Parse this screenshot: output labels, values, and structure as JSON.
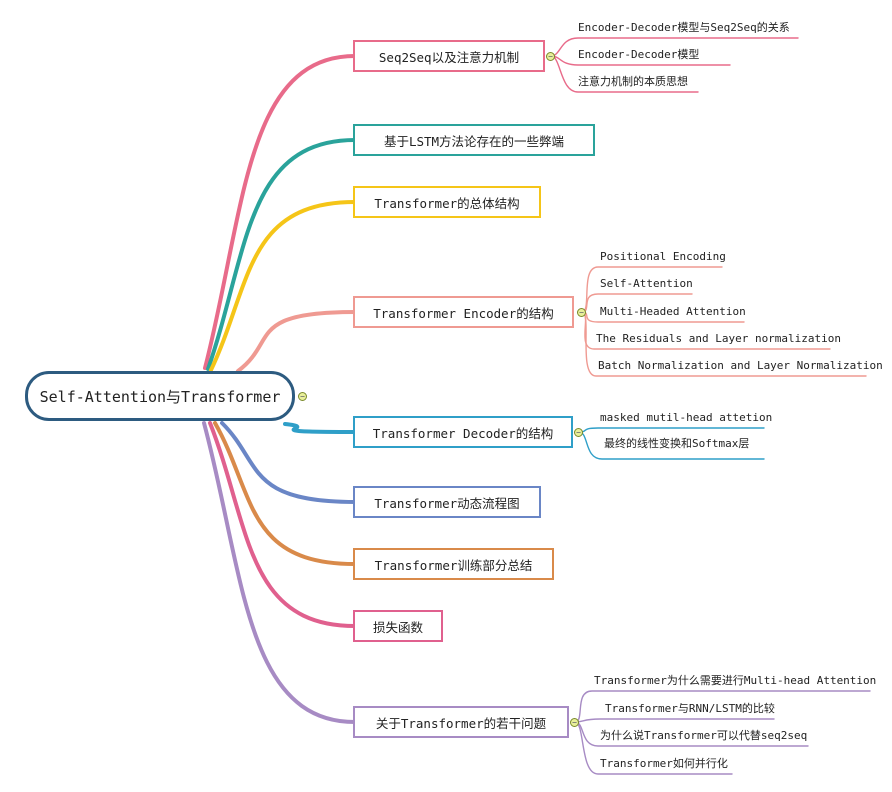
{
  "root": {
    "label": "Self-Attention与Transformer"
  },
  "branches": [
    {
      "label": "Seq2Seq以及注意力机制",
      "color": "#e86b8a",
      "children": [
        "Encoder-Decoder模型与Seq2Seq的关系",
        "Encoder-Decoder模型",
        "注意力机制的本质思想"
      ]
    },
    {
      "label": "基于LSTM方法论存在的一些弊端",
      "color": "#2aa39b",
      "children": []
    },
    {
      "label": "Transformer的总体结构",
      "color": "#f5c518",
      "children": []
    },
    {
      "label": "Transformer Encoder的结构",
      "color": "#ef9a92",
      "children": [
        "Positional Encoding",
        "Self-Attention",
        "Multi-Headed Attention",
        "The Residuals and Layer normalization",
        "Batch Normalization and Layer Normalization"
      ]
    },
    {
      "label": "Transformer Decoder的结构",
      "color": "#2f9fc8",
      "children": [
        "masked mutil-head attetion",
        "最终的线性变换和Softmax层"
      ]
    },
    {
      "label": "Transformer动态流程图",
      "color": "#6a86c6",
      "children": []
    },
    {
      "label": "Transformer训练部分总结",
      "color": "#d98a4a",
      "children": []
    },
    {
      "label": "损失函数",
      "color": "#e0608e",
      "children": []
    },
    {
      "label": "关于Transformer的若干问题",
      "color": "#a78bc4",
      "children": [
        "Transformer为什么需要进行Multi-head Attention",
        "Transformer与RNN/LSTM的比较",
        "为什么说Transformer可以代替seq2seq",
        "Transformer如何并行化"
      ]
    }
  ],
  "collapse_symbol": "−"
}
